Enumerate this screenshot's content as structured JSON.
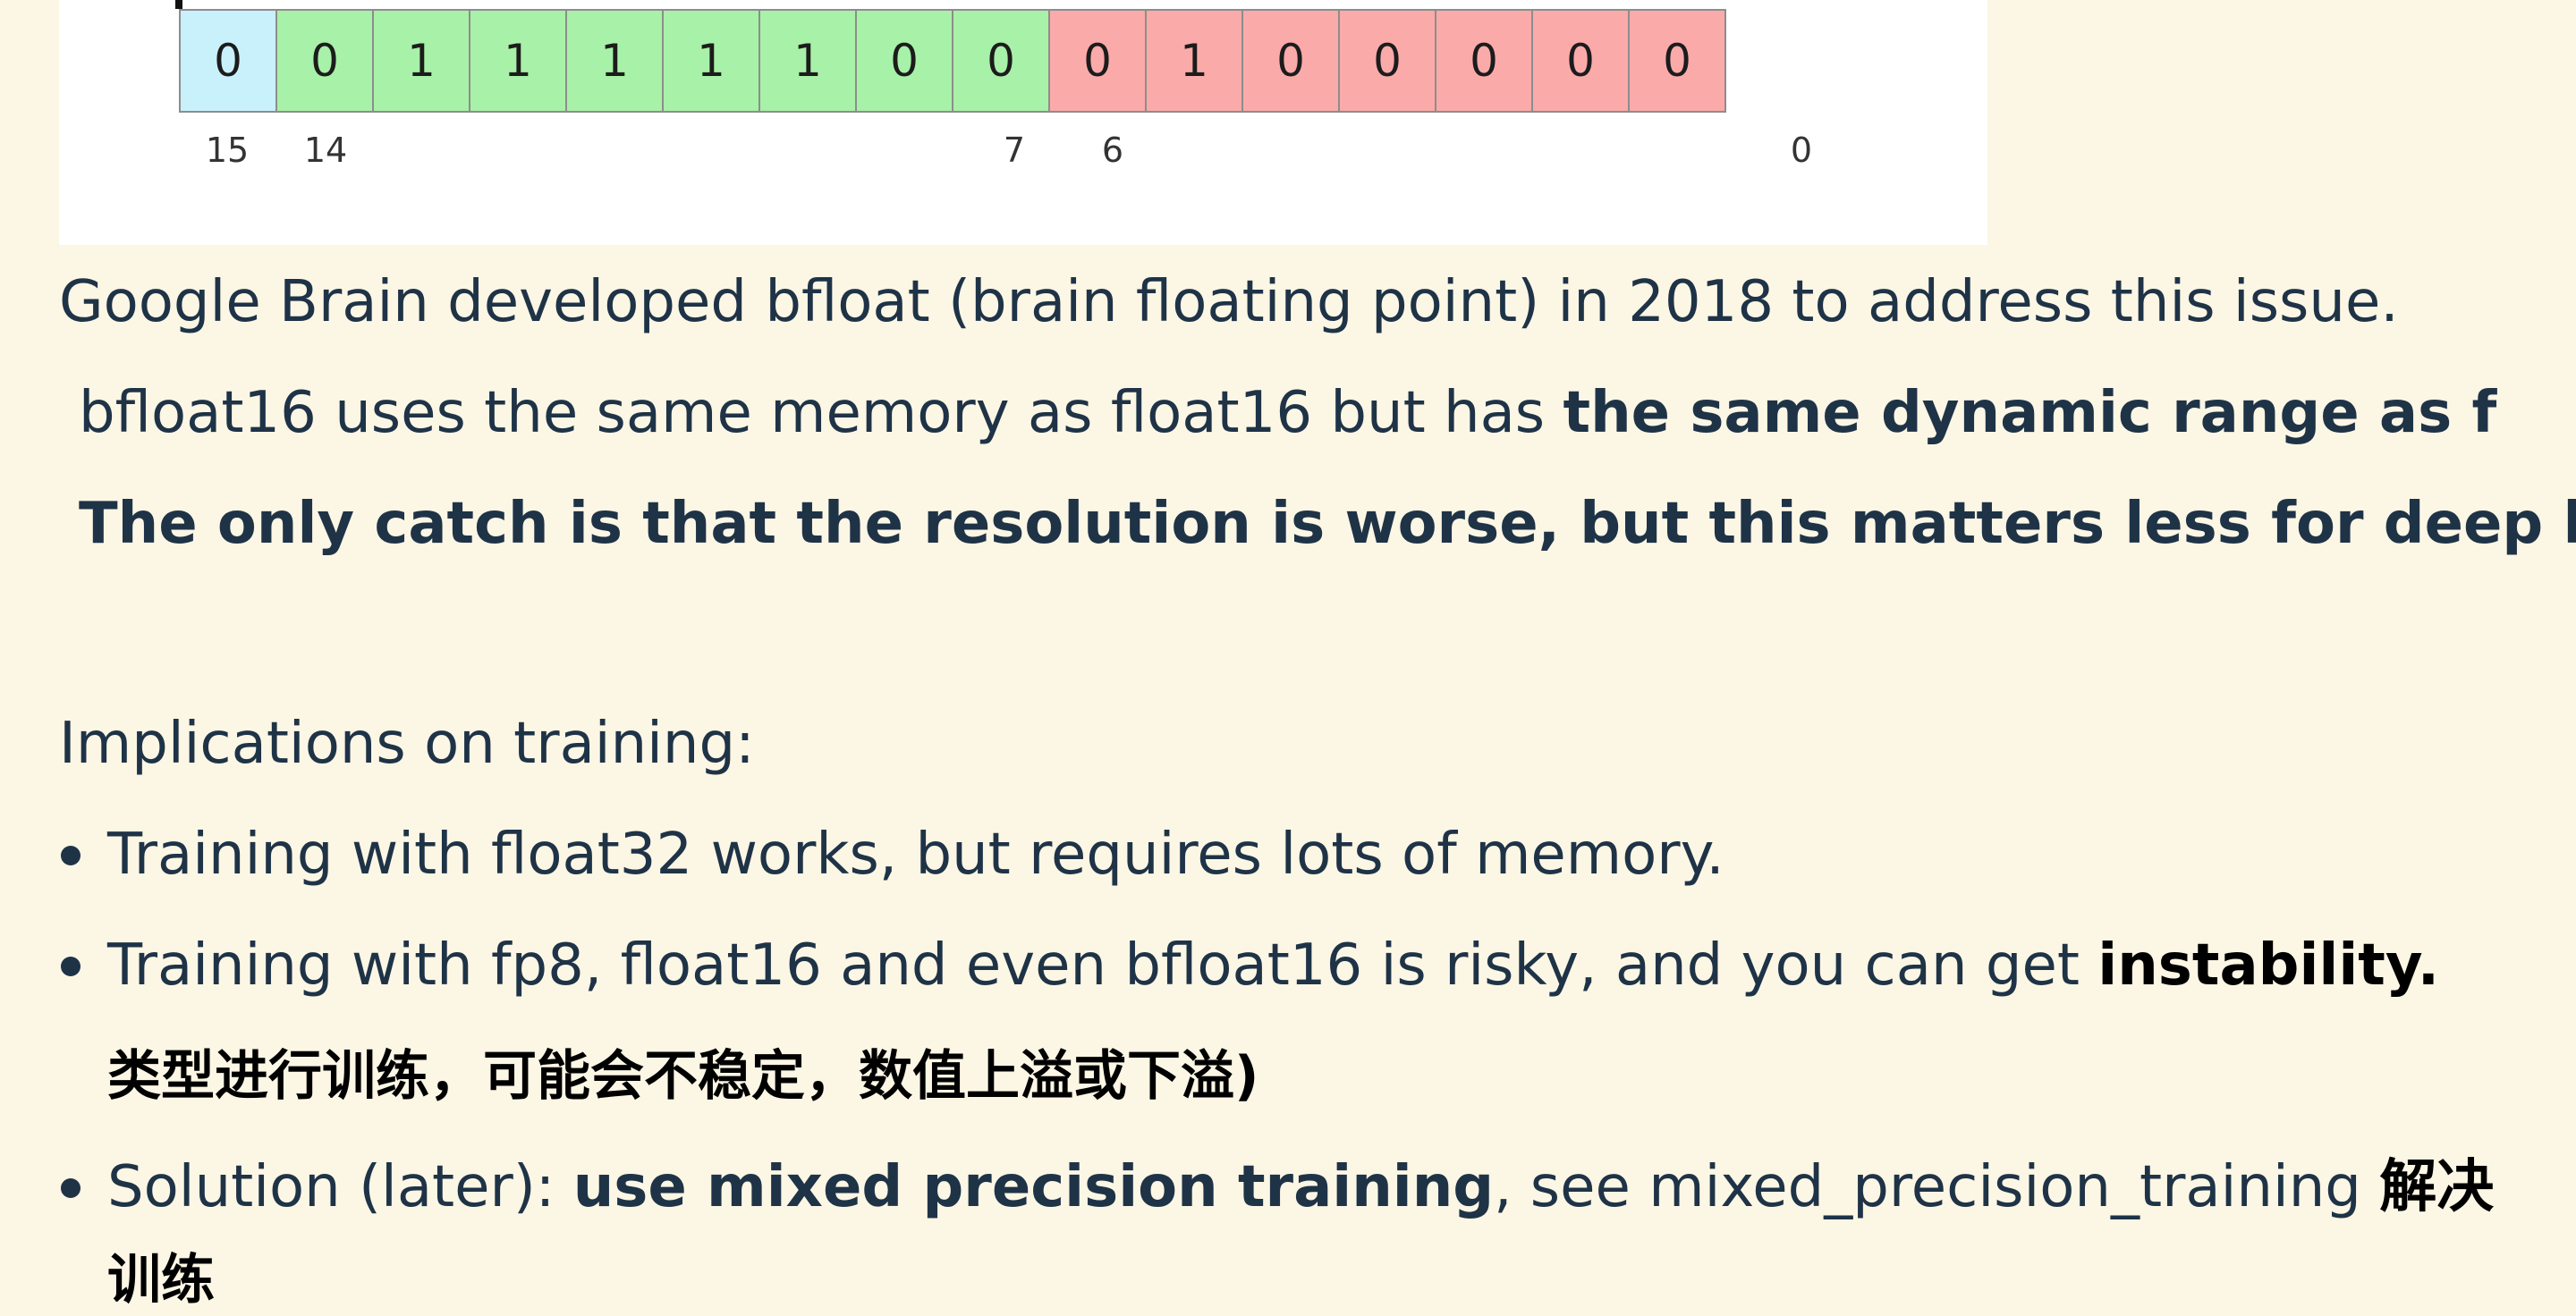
{
  "bit_diagram": {
    "bits": [
      {
        "value": "0",
        "kind": "sign"
      },
      {
        "value": "0",
        "kind": "exp"
      },
      {
        "value": "1",
        "kind": "exp"
      },
      {
        "value": "1",
        "kind": "exp"
      },
      {
        "value": "1",
        "kind": "exp"
      },
      {
        "value": "1",
        "kind": "exp"
      },
      {
        "value": "1",
        "kind": "exp"
      },
      {
        "value": "0",
        "kind": "exp"
      },
      {
        "value": "0",
        "kind": "exp"
      },
      {
        "value": "0",
        "kind": "man"
      },
      {
        "value": "1",
        "kind": "man"
      },
      {
        "value": "0",
        "kind": "man"
      },
      {
        "value": "0",
        "kind": "man"
      },
      {
        "value": "0",
        "kind": "man"
      },
      {
        "value": "0",
        "kind": "man"
      },
      {
        "value": "0",
        "kind": "man"
      }
    ],
    "index_labels": [
      "15",
      "14",
      "7",
      "6",
      "0"
    ],
    "colors": {
      "sign": "#c9f1fb",
      "exponent": "#a8f1a8",
      "mantissa": "#fbaaaa"
    }
  },
  "intro": {
    "line1": "Google Brain developed bfloat (brain floating point) in 2018 to address this issue.",
    "line2_normal": "bfloat16 uses the same memory as float16 but has ",
    "line2_bold": "the same dynamic range as f",
    "line3_bold": "The only catch is that the resolution is worse, but this matters less for deep le"
  },
  "implications": {
    "heading": "Implications on training:",
    "bullet1": "Training with float32 works, but requires lots of memory.",
    "bullet2_normal": "Training with fp8, float16 and even bfloat16 is risky, and you can get ",
    "bullet2_bold": "instability.",
    "bullet2_cjk": "类型进行训练，可能会不稳定，数值上溢或下溢)",
    "bullet3_normal1": "Solution (later): ",
    "bullet3_bold": "use mixed precision training",
    "bullet3_normal2": ", see mixed_precision_training ",
    "bullet3_cjk": "解决",
    "bullet3_cjk_line2": "训练"
  },
  "colors": {
    "page_bg": "#fcf6e5",
    "text": "#1f3347"
  }
}
